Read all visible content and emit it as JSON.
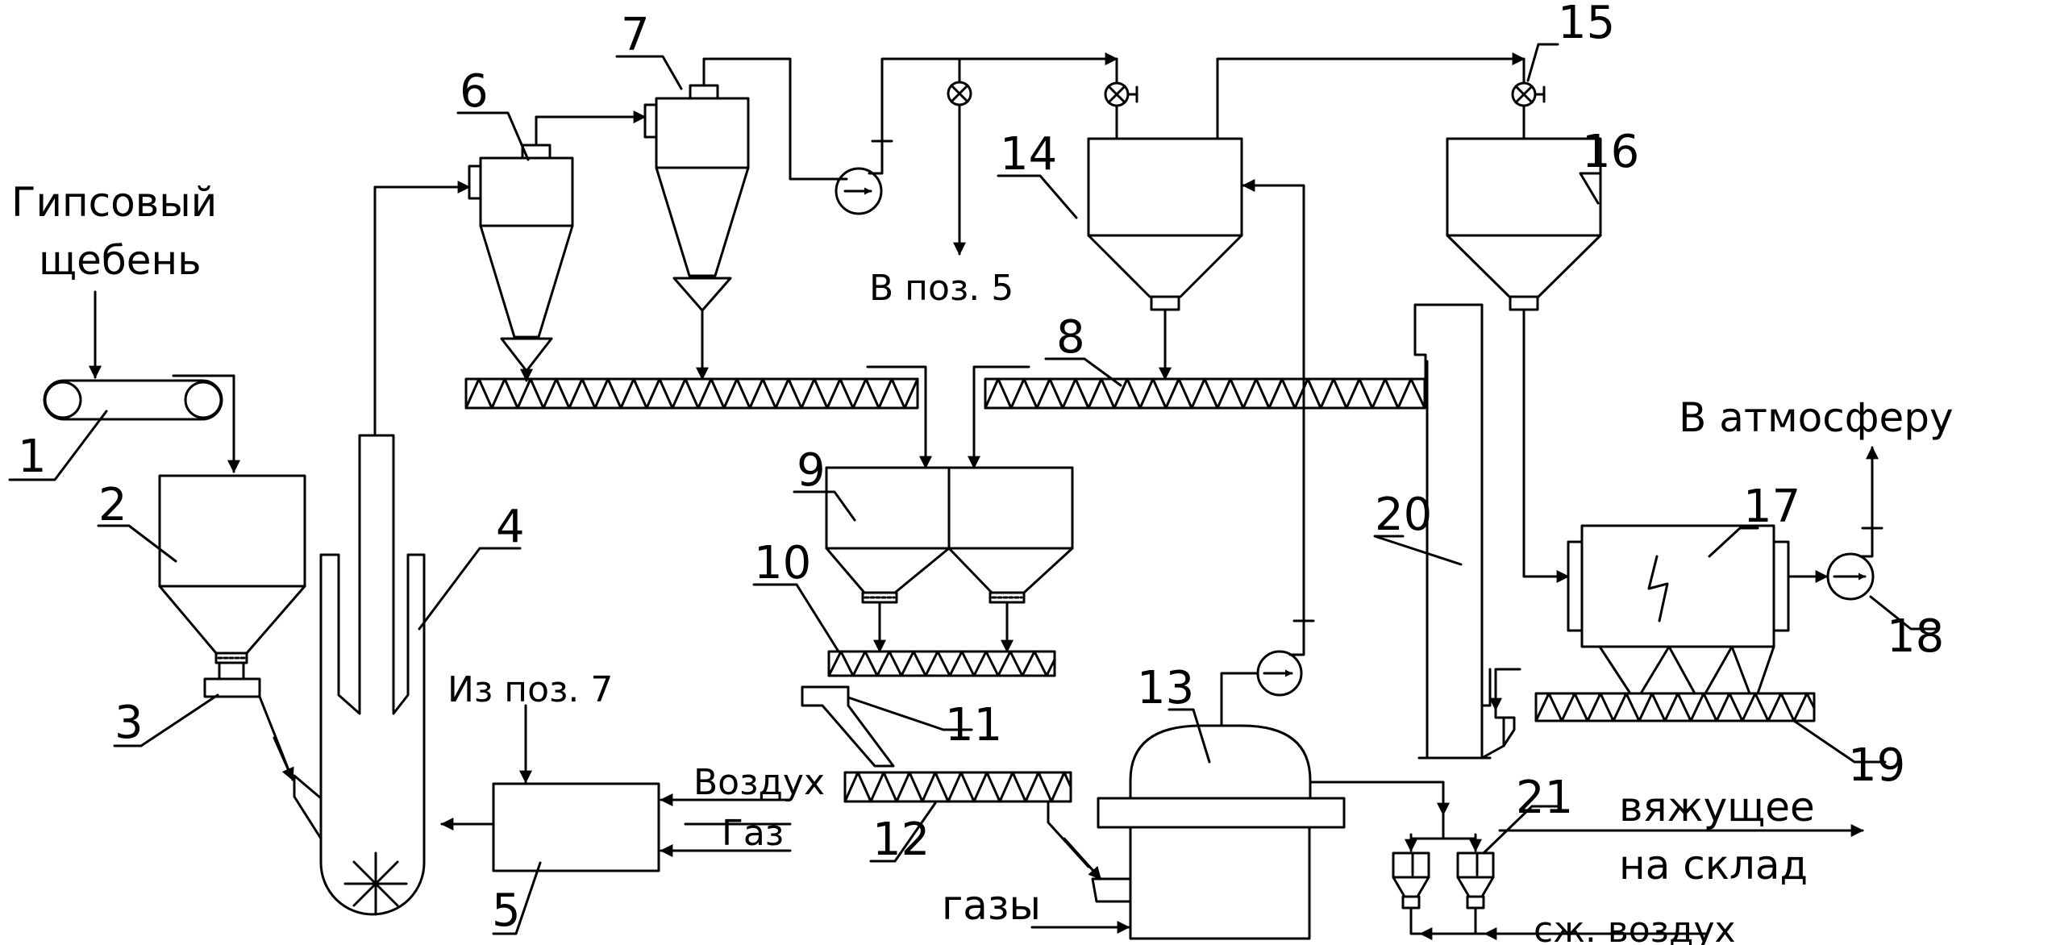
{
  "labels": {
    "gypsum_line1": "Гипсовый",
    "gypsum_line2": "щебень",
    "to_pos5": "В поз. 5",
    "from_pos7": "Из поз. 7",
    "air": "Воздух",
    "gas": "Газ",
    "atmosphere": "В атмосферу",
    "binder_line1": "вяжущее",
    "binder_line2": "на склад",
    "gases": "газы",
    "compressed_air": "сж. воздух"
  },
  "positions": [
    "1",
    "2",
    "3",
    "4",
    "5",
    "6",
    "7",
    "8",
    "9",
    "10",
    "11",
    "12",
    "13",
    "14",
    "15",
    "16",
    "17",
    "18",
    "19",
    "20",
    "21"
  ]
}
